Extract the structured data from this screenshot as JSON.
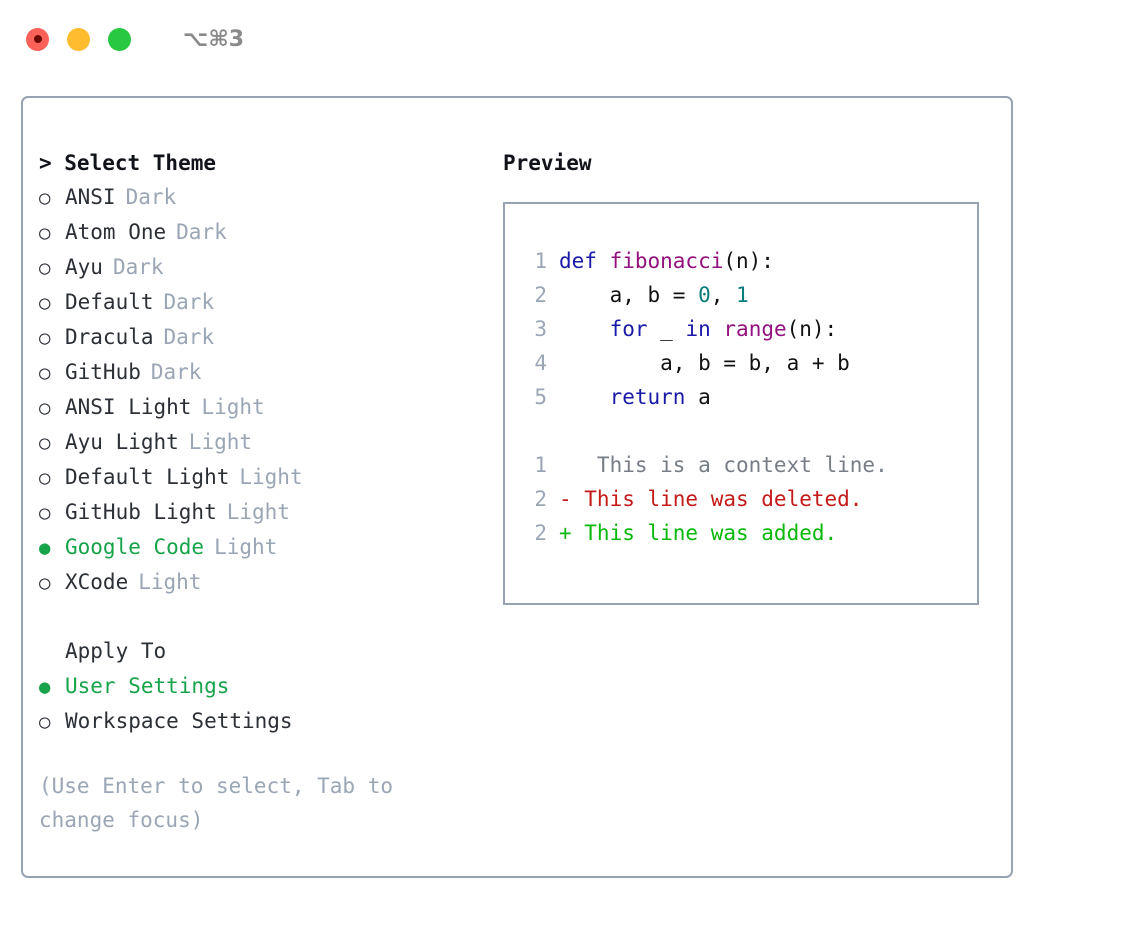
{
  "titlebar": {
    "shortcut": "⌥⌘3",
    "buttons": [
      {
        "name": "close",
        "color": "#fc6159"
      },
      {
        "name": "minimize",
        "color": "#febc2e"
      },
      {
        "name": "maximize",
        "color": "#28c840"
      }
    ]
  },
  "theme_selector": {
    "header": "> Select Theme",
    "items": [
      {
        "marker": "○",
        "label": "ANSI",
        "badge": "Dark",
        "selected": false
      },
      {
        "marker": "○",
        "label": "Atom One",
        "badge": "Dark",
        "selected": false
      },
      {
        "marker": "○",
        "label": "Ayu",
        "badge": "Dark",
        "selected": false
      },
      {
        "marker": "○",
        "label": "Default",
        "badge": "Dark",
        "selected": false
      },
      {
        "marker": "○",
        "label": "Dracula",
        "badge": "Dark",
        "selected": false
      },
      {
        "marker": "○",
        "label": "GitHub",
        "badge": "Dark",
        "selected": false
      },
      {
        "marker": "○",
        "label": "ANSI Light",
        "badge": "Light",
        "selected": false
      },
      {
        "marker": "○",
        "label": "Ayu Light",
        "badge": "Light",
        "selected": false
      },
      {
        "marker": "○",
        "label": "Default Light",
        "badge": "Light",
        "selected": false
      },
      {
        "marker": "○",
        "label": "GitHub Light",
        "badge": "Light",
        "selected": false
      },
      {
        "marker": "●",
        "label": "Google Code",
        "badge": "Light",
        "selected": true
      },
      {
        "marker": "○",
        "label": "XCode",
        "badge": "Light",
        "selected": false
      }
    ]
  },
  "apply_to": {
    "header": "Apply To",
    "items": [
      {
        "marker": "●",
        "label": "User Settings",
        "selected": true
      },
      {
        "marker": "○",
        "label": "Workspace Settings",
        "selected": false
      }
    ]
  },
  "hint": "(Use Enter to select, Tab to change focus)",
  "preview": {
    "title": "Preview",
    "code_lines": [
      {
        "lineno": "1",
        "tokens": [
          {
            "text": "def ",
            "type": "kw"
          },
          {
            "text": "fibonacci",
            "type": "fn"
          },
          {
            "text": "(n):",
            "type": "plain"
          }
        ]
      },
      {
        "lineno": "2",
        "tokens": [
          {
            "text": "    a, b = ",
            "type": "plain"
          },
          {
            "text": "0",
            "type": "num"
          },
          {
            "text": ", ",
            "type": "plain"
          },
          {
            "text": "1",
            "type": "num"
          }
        ]
      },
      {
        "lineno": "3",
        "tokens": [
          {
            "text": "    ",
            "type": "plain"
          },
          {
            "text": "for",
            "type": "kw"
          },
          {
            "text": " _ ",
            "type": "plain"
          },
          {
            "text": "in",
            "type": "kw"
          },
          {
            "text": " ",
            "type": "plain"
          },
          {
            "text": "range",
            "type": "fn"
          },
          {
            "text": "(n):",
            "type": "plain"
          }
        ]
      },
      {
        "lineno": "4",
        "tokens": [
          {
            "text": "        a, b = b, a + b",
            "type": "plain"
          }
        ]
      },
      {
        "lineno": "5",
        "tokens": [
          {
            "text": "    ",
            "type": "plain"
          },
          {
            "text": "return",
            "type": "kw"
          },
          {
            "text": " a",
            "type": "plain"
          }
        ]
      }
    ],
    "diff_lines": [
      {
        "lineno": "1",
        "sign": " ",
        "text": "  This is a context line.",
        "type": "context"
      },
      {
        "lineno": "2",
        "sign": "-",
        "text": " This line was deleted.",
        "type": "deleted"
      },
      {
        "lineno": "2",
        "sign": "+",
        "text": " This line was added.",
        "type": "added"
      }
    ]
  },
  "colors": {
    "accent_green": "#16a34a",
    "muted": "#9aa5b5",
    "border": "#97a3b4",
    "keyword": "#1a1aa8",
    "function": "#93117e",
    "number": "#0a7b7b",
    "diff_add": "#08b80a",
    "diff_del": "#c41a1a"
  }
}
